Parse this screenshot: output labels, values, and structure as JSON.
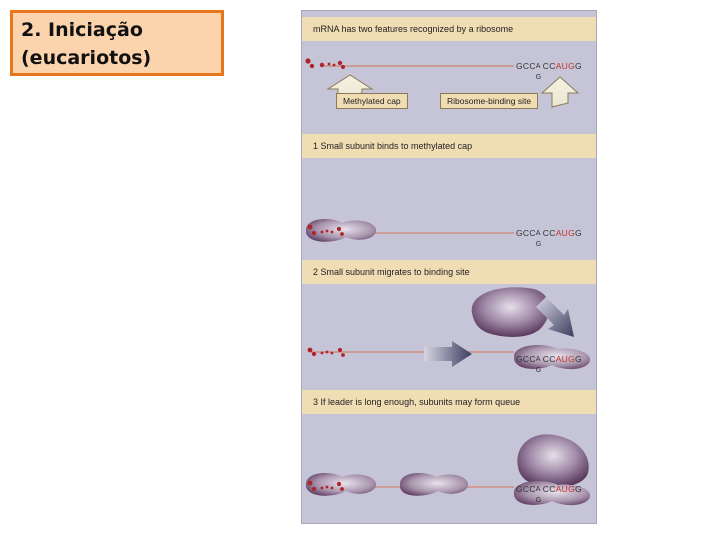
{
  "slide": {
    "title_line1": "2. Iniciação",
    "title_line2": "(eucariotos)"
  },
  "figure": {
    "header": "mRNA has two features recognized by  a ribosome",
    "callout_cap": "Methylated cap",
    "callout_site": "Ribosome-binding site",
    "step1": "1  Small subunit  binds to methylated cap",
    "step2": "2 Small subunit  migrates to binding site",
    "step3": "3  If leader is long enough, subunits may form queue",
    "seq_prefix": "GCC",
    "seq_top": "A",
    "seq_bottom": "G",
    "seq_mid": "CC",
    "seq_start": "AUG",
    "seq_end": "G"
  }
}
